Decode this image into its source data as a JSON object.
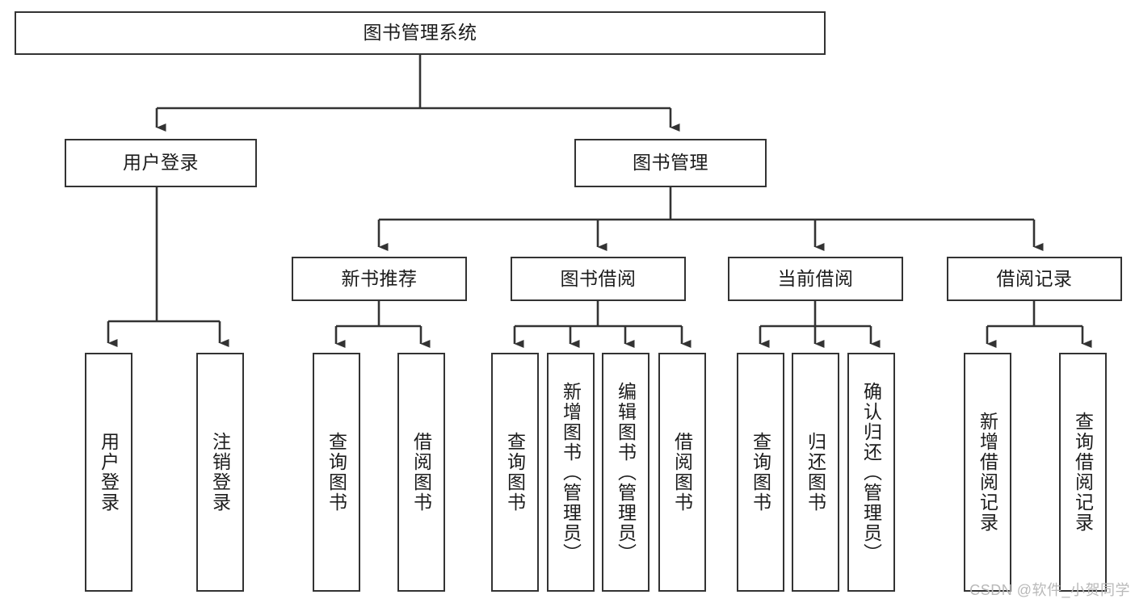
{
  "diagram": {
    "title": "图书管理系统",
    "type": "tree",
    "colors": {
      "box_border": "#333333",
      "box_fill": "#ffffff",
      "edge": "#333333",
      "text": "#1c1c1c",
      "watermark": "#b9b9b9",
      "background": "#ffffff"
    },
    "nodes": {
      "root": {
        "label": "图书管理系统"
      },
      "level2": [
        {
          "id": "user-login",
          "label": "用户登录"
        },
        {
          "id": "book-manage",
          "label": "图书管理"
        }
      ],
      "level3": [
        {
          "id": "new-book-recommend",
          "label": "新书推荐"
        },
        {
          "id": "book-borrow",
          "label": "图书借阅"
        },
        {
          "id": "current-borrow",
          "label": "当前借阅"
        },
        {
          "id": "borrow-record",
          "label": "借阅记录"
        }
      ],
      "leaves": [
        {
          "id": "leaf-user-login",
          "label": "用户登录",
          "parent": "user-login"
        },
        {
          "id": "leaf-logout",
          "label": "注销登录",
          "parent": "user-login"
        },
        {
          "id": "leaf-query-book-1",
          "label": "查询图书",
          "parent": "new-book-recommend"
        },
        {
          "id": "leaf-borrow-book-1",
          "label": "借阅图书",
          "parent": "new-book-recommend"
        },
        {
          "id": "leaf-query-book-2",
          "label": "查询图书",
          "parent": "book-borrow"
        },
        {
          "id": "leaf-add-book",
          "label": "新增图书（管理员）",
          "parent": "book-borrow"
        },
        {
          "id": "leaf-edit-book",
          "label": "编辑图书（管理员）",
          "parent": "book-borrow"
        },
        {
          "id": "leaf-borrow-book-2",
          "label": "借阅图书",
          "parent": "book-borrow"
        },
        {
          "id": "leaf-query-book-3",
          "label": "查询图书",
          "parent": "current-borrow"
        },
        {
          "id": "leaf-return-book",
          "label": "归还图书",
          "parent": "current-borrow"
        },
        {
          "id": "leaf-confirm-return",
          "label": "确认归还（管理员）",
          "parent": "current-borrow"
        },
        {
          "id": "leaf-add-record",
          "label": "新增借阅记录",
          "parent": "borrow-record"
        },
        {
          "id": "leaf-query-record",
          "label": "查询借阅记录",
          "parent": "borrow-record"
        }
      ]
    },
    "watermark": "CSDN @软件_小贺同学"
  }
}
